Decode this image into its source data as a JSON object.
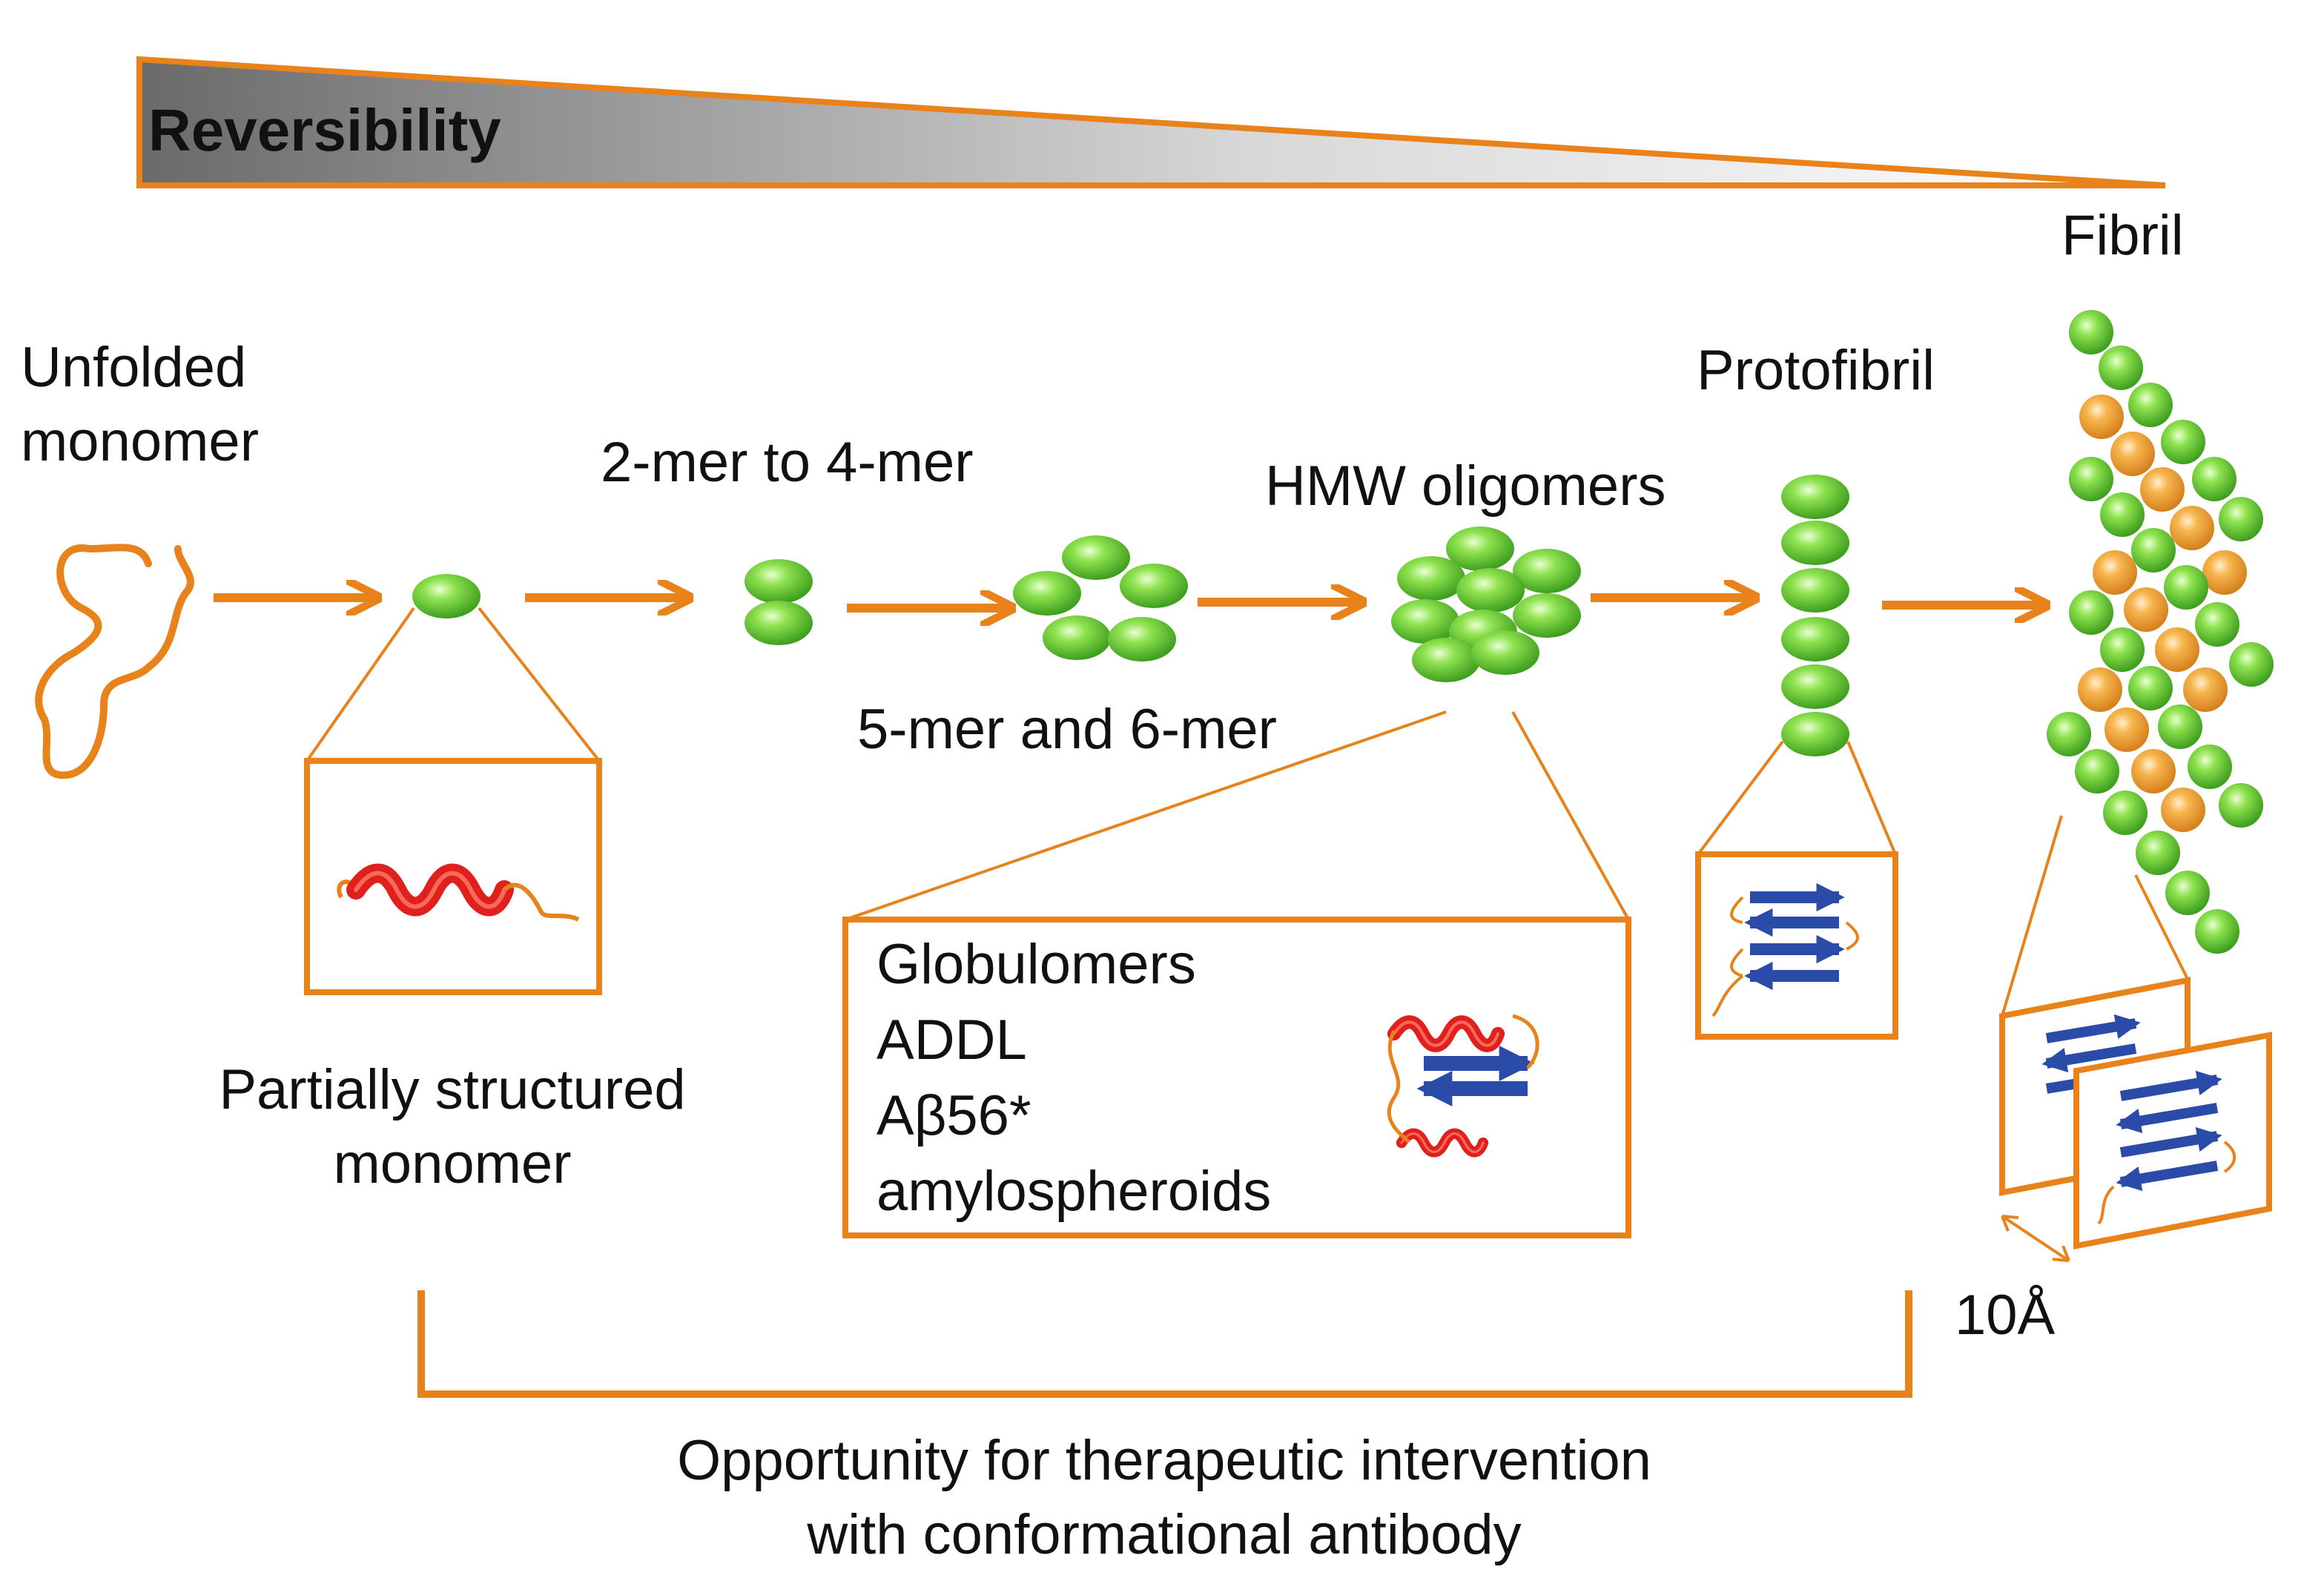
{
  "header": {
    "reversibility": "Reversibility"
  },
  "stages": {
    "unfolded": [
      "Unfolded",
      "monomer"
    ],
    "dimer_tetramer": "2-mer to 4-mer",
    "pentamer_hexamer": "5-mer and 6-mer",
    "hmw": "HMW oligomers",
    "protofibril": "Protofibril",
    "fibril": "Fibril",
    "partial": [
      "Partially structured",
      "monomer"
    ]
  },
  "oligomer_box": {
    "items": [
      "Globulomers",
      "ADDL",
      "Aβ56*",
      "amylospheroids"
    ]
  },
  "fibril_spacing": "10Å",
  "footer": [
    "Opportunity for therapeutic intervention",
    "with conformational antibody"
  ],
  "colors": {
    "accent": "#E8821A",
    "green": "#6FCF3A",
    "orange_sphere": "#F4A640",
    "helix": "#E0201C",
    "strand": "#2B4BA8"
  }
}
